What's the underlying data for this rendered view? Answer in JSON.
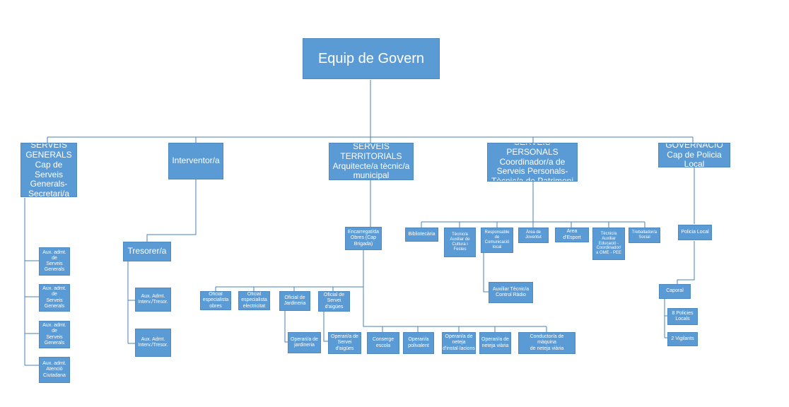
{
  "root": "Equip de Govern",
  "departments": {
    "generals": "SERVEIS GENERALS\nCap de Serveis Generals-\nSecretari/a",
    "interventor": "Interventor/a",
    "territorials": "SERVEIS TERRITORIALS\nArquitecte/a tècnic/a\nmunicipal",
    "personals": "SERVEIS PERSONALS\nCoordinador/a de\nServeis Personals-\nTècnic/a de Patrimoni",
    "governacio": "GOVERNACIÓ\nCap de Policia Local"
  },
  "generals_staff": [
    "Aux. admt. de\nServeis\nGenerals",
    "Aux. admt. de\nServeis\nGenerals",
    "Aux. admt. de\nServeis\nGenerals",
    "Aux. admt.\nAtenció\nCiutadana"
  ],
  "tresorer": "Tresorer/a",
  "tresorer_staff": [
    "Aux. Admt.\nInterv./Tresor.",
    "Aux. Admt.\nInterv./Tresor."
  ],
  "encarregat": "Encarregat/da\nObres (Cap\nBrigada)",
  "oficials": [
    "Oficial\nespecialista\nobres",
    "Oficial\nespecialista\nelectricitat",
    "Oficial de\nJardineria",
    "Oficial de\nServei\nd'aigües"
  ],
  "operaris_jardineria": "Operari/a de\njardineria",
  "operaris_aigues": "Operari/a de\nServei\nd'aigües",
  "brigada_staff": [
    "Conserge\nescola",
    "Operari/a\npolivalent",
    "Operari/a de\nneteja\nd'instal·lacions",
    "Operari/a de\nneteja viària",
    "Conductor/a de màquina\nde neteja viària"
  ],
  "personals_units": [
    "Bibliotecària",
    "Tècnic/a\nAuxiliar de\nCultura i\nFestes",
    "Responsable\nde\nComunicació\nlocal",
    "Àrea de\nJoventut",
    "Àrea d'Esport",
    "Tècnic/a\nAuxiliar\nEducació -\nCoordinador/\na OME - PEE",
    "Treballador/a\nSocial"
  ],
  "comunicacio_aux": "Auxiliar Tècnic/a\nControl Ràdio",
  "policia": "Policia Local",
  "caporal": "Caporal",
  "policia_staff": [
    "8 Policies\nLocals",
    "2 Vigilants"
  ]
}
